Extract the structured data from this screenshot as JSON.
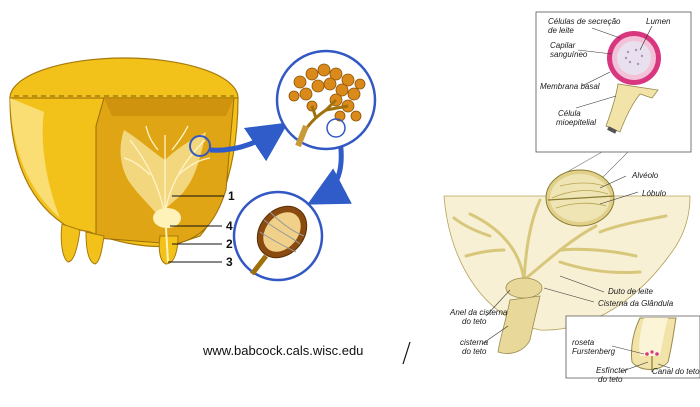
{
  "left_figure": {
    "numbers": [
      "1",
      "2",
      "3",
      "4"
    ]
  },
  "source_credit": "www.babcock.cals.wisc.edu",
  "right_figure": {
    "inset_labels": {
      "secretory_cells": [
        "Células de secreção",
        "de leite"
      ],
      "lumen": "Lumen",
      "capillary": [
        "Capilar",
        "sanguíneo"
      ],
      "basal_membrane": "Membrana basal",
      "myoepithelial_cell": [
        "Célula",
        "mioepitelial"
      ]
    },
    "main_labels": {
      "alveolus": "Alvéolo",
      "lobule": "Lóbulo",
      "milk_duct": "Duto de leite",
      "gland_cistern": "Cisterna da Glândula",
      "teat_cistern_ring": [
        "Anel da cisterna",
        "do teto"
      ],
      "teat_cistern": [
        "cisterna",
        "do teto"
      ]
    },
    "teat_inset_labels": {
      "furstenberg_rosette": [
        "roseta",
        "Furstenberg"
      ],
      "teat_sphincter": [
        "Esfíncter",
        "do teto"
      ],
      "teat_canal": "Canal do teto"
    }
  },
  "colors": {
    "udder_yellow": "#f2c21b",
    "udder_dark": "#d9a00f",
    "udder_light": "#fbe58a",
    "circle_blue": "#3358c4",
    "arrow_blue": "#2f5cc9",
    "alveoli_orange": "#d98a1a",
    "gland_tan": "#d8c77a",
    "gland_light": "#efe4b4",
    "inset_pink": "#d8367f"
  }
}
